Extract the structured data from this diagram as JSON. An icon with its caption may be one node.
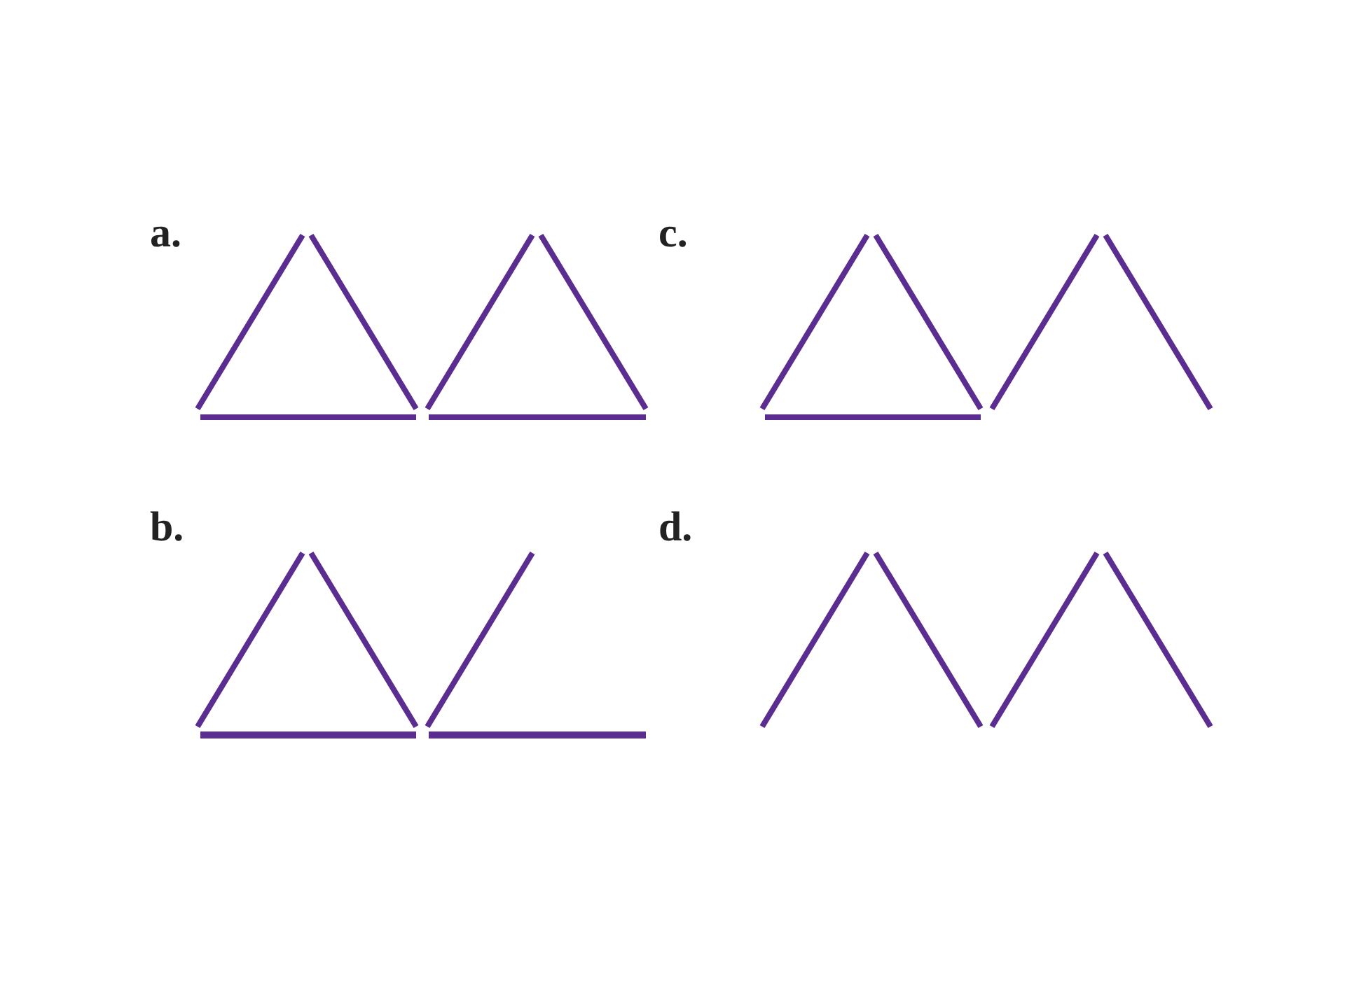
{
  "diagram": {
    "labels": [
      "a.",
      "b.",
      "c.",
      "d."
    ]
  }
}
